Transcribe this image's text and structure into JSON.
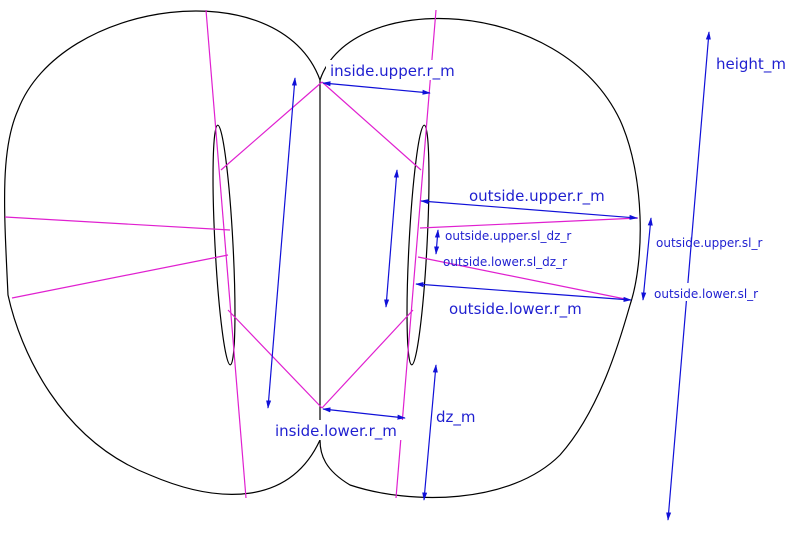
{
  "labels": {
    "inside_upper_r": "inside.upper.r_m",
    "inside_lower_r": "inside.lower.r_m",
    "outside_upper_r": "outside.upper.r_m",
    "outside_lower_r": "outside.lower.r_m",
    "outside_upper_sl_dz": "outside.upper.sl_dz_r",
    "outside_lower_sl_dz": "outside.lower.sl_dz_r",
    "outside_upper_sl": "outside.upper.sl_r",
    "outside_lower_sl": "outside.lower.sl_r",
    "dz": "dz_m",
    "height": "height_m"
  },
  "colors": {
    "outline": "#000000",
    "construction": "#e020d0",
    "dimension": "#1010d8"
  }
}
